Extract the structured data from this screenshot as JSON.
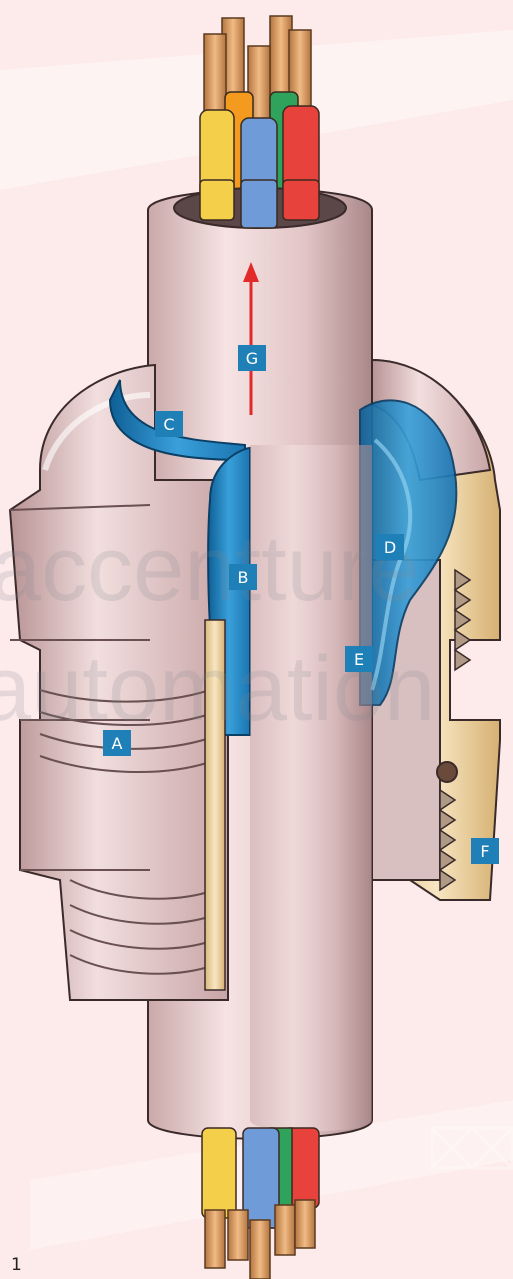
{
  "labels": {
    "a": "A",
    "b": "B",
    "c": "C",
    "d": "D",
    "e": "E",
    "f": "F",
    "g": "G"
  },
  "figure_number": "1",
  "watermark": {
    "line1": "accentture",
    "line2": "automation"
  },
  "colors": {
    "background": "#fdeaea",
    "sheath": "#e8cdcd",
    "seal_blue": "#1f7fb7",
    "brass": "#f2d9a8",
    "label_bg": "#1f7fb7",
    "arrow": "#e32a2a",
    "wire_yellow": "#f3cf4a",
    "wire_orange": "#f39a1f",
    "wire_green": "#2fa35b",
    "wire_blue": "#6f9cd8",
    "wire_red": "#e8423c",
    "copper": "#d69a63"
  }
}
